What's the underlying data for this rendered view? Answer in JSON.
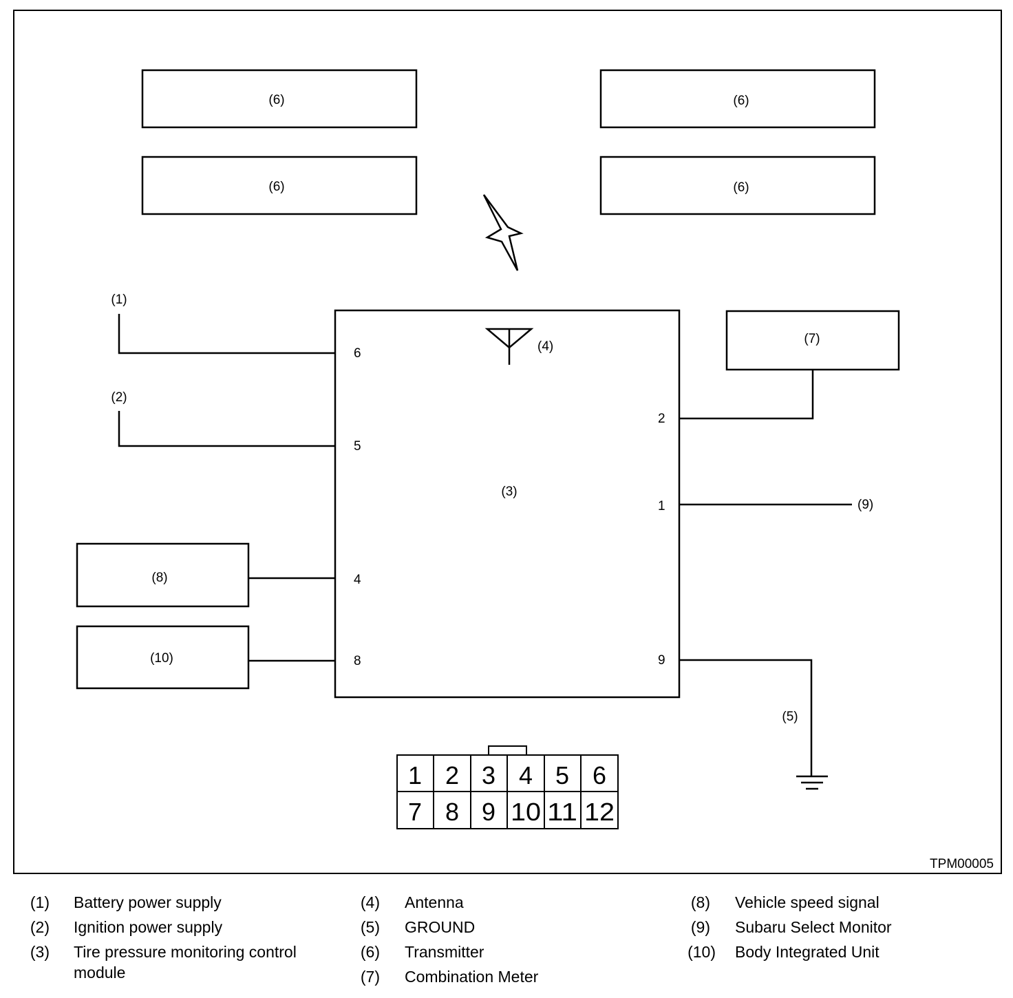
{
  "diagram": {
    "transmitters": [
      "(6)",
      "(6)",
      "(6)",
      "(6)"
    ],
    "module_label": "(3)",
    "antenna_label": "(4)",
    "combination_meter_label": "(7)",
    "vehicle_speed_label": "(8)",
    "body_unit_label": "(10)",
    "battery_label": "(1)",
    "ignition_label": "(2)",
    "select_monitor_label": "(9)",
    "ground_label": "(5)",
    "pins": {
      "p6": "6",
      "p5": "5",
      "p4": "4",
      "p8": "8",
      "p2": "2",
      "p1": "1",
      "p9": "9"
    },
    "connector": {
      "row1": [
        "1",
        "2",
        "3",
        "4",
        "5",
        "6"
      ],
      "row2": [
        "7",
        "8",
        "9",
        "10",
        "11",
        "12"
      ]
    },
    "figure_id": "TPM00005"
  },
  "legend": [
    {
      "num": "(1)",
      "text": "Battery power supply"
    },
    {
      "num": "(2)",
      "text": "Ignition power supply"
    },
    {
      "num": "(3)",
      "text": "Tire pressure monitoring control module"
    },
    {
      "num": "(4)",
      "text": "Antenna"
    },
    {
      "num": "(5)",
      "text": "GROUND"
    },
    {
      "num": "(6)",
      "text": "Transmitter"
    },
    {
      "num": "(7)",
      "text": "Combination Meter"
    },
    {
      "num": "(8)",
      "text": "Vehicle speed signal"
    },
    {
      "num": "(9)",
      "text": "Subaru Select Monitor"
    },
    {
      "num": "(10)",
      "text": "Body Integrated Unit"
    }
  ]
}
